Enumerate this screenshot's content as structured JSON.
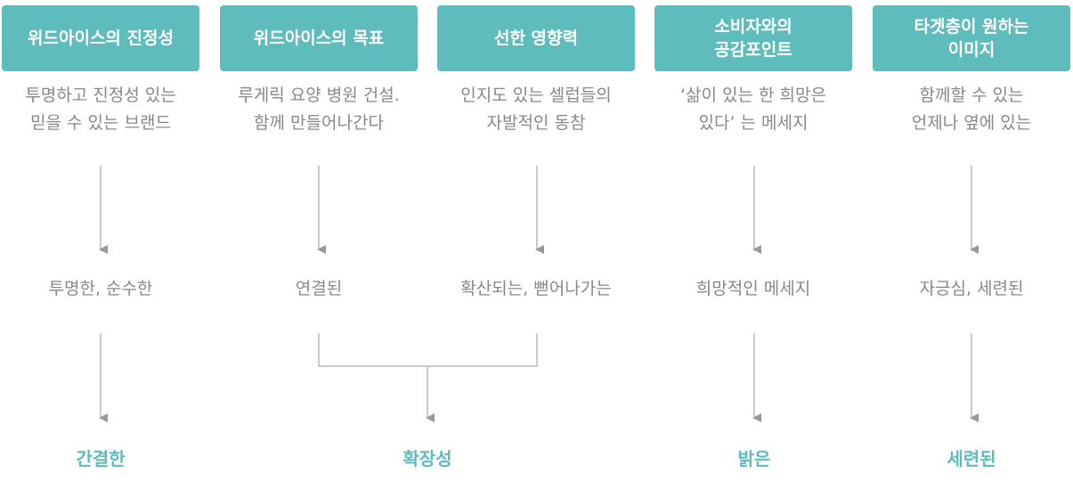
{
  "columns": [
    {
      "header_lines": [
        "위드아이스의 진정성"
      ],
      "desc_lines": [
        "투명하고 진정성 있는",
        "믿을 수 있는 브랜드"
      ],
      "mid": "투명한, 순수한"
    },
    {
      "header_lines": [
        "위드아이스의 목표"
      ],
      "desc_lines": [
        "루게릭 요양 병원 건설.",
        "함께 만들어나간다"
      ],
      "mid": "연결된"
    },
    {
      "header_lines": [
        "선한 영향력"
      ],
      "desc_lines": [
        "인지도 있는 셀럽들의",
        "자발적인 동참"
      ],
      "mid": "확산되는, 뻗어나가는"
    },
    {
      "header_lines": [
        "소비자와의",
        "공감포인트"
      ],
      "desc_lines": [
        "‘삶이 있는 한 희망은",
        "있다’ 는 메세지"
      ],
      "mid": "희망적인 메세지"
    },
    {
      "header_lines": [
        "타겟층이 원하는",
        "이미지"
      ],
      "desc_lines": [
        "함께할 수 있는",
        "언제나 옆에 있는"
      ],
      "mid": "자긍심, 세련된"
    }
  ],
  "results": [
    "간결한",
    "확장성",
    "밝은",
    "세련된"
  ],
  "colors": {
    "accent": "#5ebcbc",
    "text": "#888888",
    "line": "#999999"
  }
}
